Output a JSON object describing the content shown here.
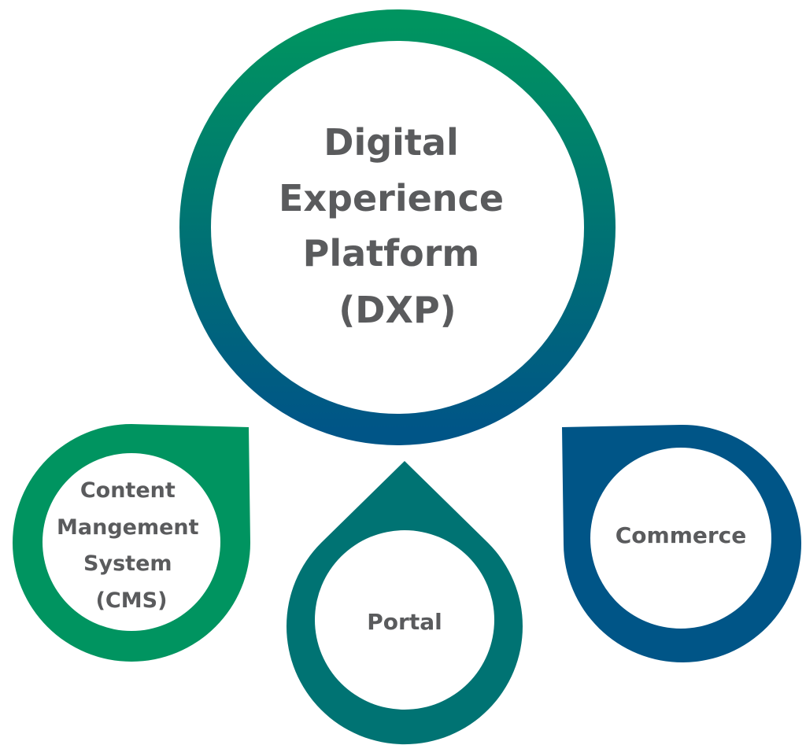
{
  "title": "Digital Experience Platform (DXP)",
  "colors": {
    "green": "#009460",
    "teal": "#007373",
    "blue": "#005587",
    "text": "#5a5b5d"
  },
  "main_node": {
    "lines": [
      "Digital",
      "Experience",
      "Platform",
      "(DXP)"
    ]
  },
  "nodes": [
    {
      "id": "cms",
      "lines": [
        "Content",
        "Mangement",
        "System",
        "(CMS)"
      ],
      "color": "green",
      "pointer": "top-right"
    },
    {
      "id": "portal",
      "lines": [
        "Portal"
      ],
      "color": "teal",
      "pointer": "top"
    },
    {
      "id": "commerce",
      "lines": [
        "Commerce"
      ],
      "color": "blue",
      "pointer": "top-left"
    }
  ]
}
